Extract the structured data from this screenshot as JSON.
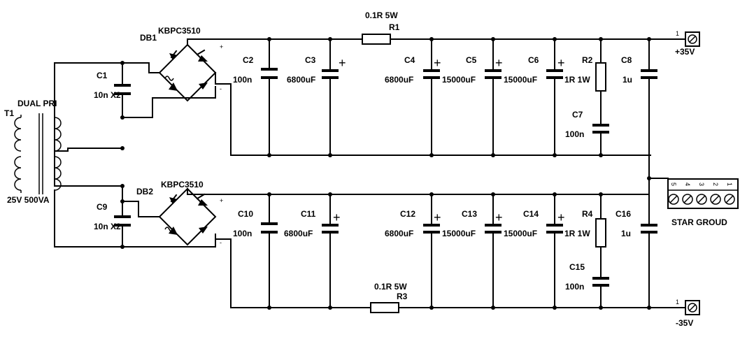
{
  "transformer": {
    "ref": "T1",
    "type": "DUAL PRI",
    "rating": "25V 500VA"
  },
  "bridges": [
    {
      "ref": "DB1",
      "part": "KBPC3510"
    },
    {
      "ref": "DB2",
      "part": "KBPC3510"
    }
  ],
  "bridge_marks": {
    "plus": "+",
    "minus": "-"
  },
  "polarity_mark": "+",
  "upper_rail": {
    "resistor": {
      "ref": "R1",
      "value": "0.1R 5W"
    },
    "caps": [
      {
        "ref": "C1",
        "value": "10n X2"
      },
      {
        "ref": "C2",
        "value": "100n"
      },
      {
        "ref": "C3",
        "value": "6800uF"
      },
      {
        "ref": "C4",
        "value": "6800uF"
      },
      {
        "ref": "C5",
        "value": "15000uF"
      },
      {
        "ref": "C6",
        "value": "15000uF"
      },
      {
        "ref": "C7",
        "value": "100n"
      },
      {
        "ref": "C8",
        "value": "1u"
      }
    ],
    "bleeder": {
      "ref": "R2",
      "value": "1R 1W"
    },
    "output": {
      "pin": "1",
      "label": "+35V"
    }
  },
  "lower_rail": {
    "resistor": {
      "ref": "R3",
      "value": "0.1R 5W"
    },
    "caps": [
      {
        "ref": "C9",
        "value": "10n X2"
      },
      {
        "ref": "C10",
        "value": "100n"
      },
      {
        "ref": "C11",
        "value": "6800uF"
      },
      {
        "ref": "C12",
        "value": "6800uF"
      },
      {
        "ref": "C13",
        "value": "15000uF"
      },
      {
        "ref": "C14",
        "value": "15000uF"
      },
      {
        "ref": "C15",
        "value": "100n"
      },
      {
        "ref": "C16",
        "value": "1u"
      }
    ],
    "bleeder": {
      "ref": "R4",
      "value": "1R 1W"
    },
    "output": {
      "pin": "1",
      "label": "-35V"
    }
  },
  "star_ground": {
    "label": "STAR GROUD",
    "pins": [
      "5",
      "4",
      "3",
      "2",
      "1"
    ]
  }
}
